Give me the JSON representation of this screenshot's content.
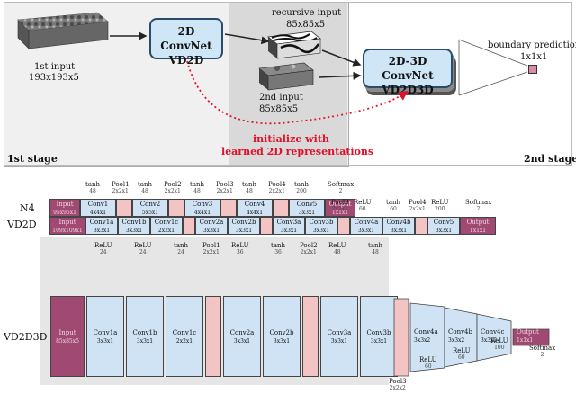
{
  "colors": {
    "conv": "#cfe3f5",
    "pool": "#f2c4c4",
    "io": "#a04a73",
    "stage_bg": "#f0f0f0",
    "stage2_bg": "#d8d8d8",
    "arrow_red": "#e0102a",
    "net_blue": "#cfe6f7"
  },
  "top": {
    "input1": {
      "title": "1st input",
      "size": "193x193x5"
    },
    "convnet2d": {
      "line1": "2D ConvNet",
      "line2": "VD2D"
    },
    "recursive": {
      "title": "recursive input",
      "size": "85x85x5"
    },
    "input2": {
      "title": "2nd input",
      "size": "85x85x5"
    },
    "convnet3d": {
      "line1": "2D-3D ConvNet",
      "line2": "VD2D3D"
    },
    "boundary": {
      "title": "boundary prediction",
      "size": "1x1x1"
    },
    "init": {
      "line1": "initialize with",
      "line2": "learned 2D representations"
    },
    "stage1": "1st stage",
    "stage2": "2nd stage"
  },
  "n4": {
    "name": "N4",
    "layers": [
      {
        "text": "Input",
        "sub": "95x95x1",
        "type": "io"
      },
      {
        "text": "Conv1",
        "sub": "4x4x1",
        "type": "conv"
      },
      {
        "text": "",
        "sub": "",
        "type": "pool"
      },
      {
        "text": "Conv2",
        "sub": "5x5x1",
        "type": "conv"
      },
      {
        "text": "",
        "sub": "",
        "type": "pool"
      },
      {
        "text": "Conv3",
        "sub": "4x4x1",
        "type": "conv"
      },
      {
        "text": "",
        "sub": "",
        "type": "pool"
      },
      {
        "text": "Conv4",
        "sub": "4x4x1",
        "type": "conv"
      },
      {
        "text": "",
        "sub": "",
        "type": "pool"
      },
      {
        "text": "Conv5",
        "sub": "3x3x1",
        "type": "conv"
      },
      {
        "text": "Output",
        "sub": "1x1x1",
        "type": "io"
      }
    ],
    "captions": [
      {
        "a": "tanh",
        "b": "48"
      },
      {
        "a": "Pool1",
        "b": "2x2x1"
      },
      {
        "a": "tanh",
        "b": "48"
      },
      {
        "a": "Pool2",
        "b": "2x2x1"
      },
      {
        "a": "tanh",
        "b": "48"
      },
      {
        "a": "Pool3",
        "b": "2x2x1"
      },
      {
        "a": "tanh",
        "b": "48"
      },
      {
        "a": "Pool4",
        "b": "2x2x1"
      },
      {
        "a": "tanh",
        "b": "200"
      },
      {
        "a": "Softmax",
        "b": "2"
      }
    ]
  },
  "vd2d": {
    "name": "VD2D",
    "layers": [
      {
        "text": "Input",
        "sub": "109x109x1",
        "type": "io"
      },
      {
        "text": "Conv1a",
        "sub": "3x3x1",
        "type": "conv"
      },
      {
        "text": "Conv1b",
        "sub": "3x3x1",
        "type": "conv"
      },
      {
        "text": "Conv1c",
        "sub": "2x2x1",
        "type": "conv"
      },
      {
        "text": "",
        "sub": "",
        "type": "pool"
      },
      {
        "text": "Conv2a",
        "sub": "3x3x1",
        "type": "conv"
      },
      {
        "text": "Conv2b",
        "sub": "3x3x1",
        "type": "conv"
      },
      {
        "text": "",
        "sub": "",
        "type": "pool"
      },
      {
        "text": "Conv3a",
        "sub": "3x3x1",
        "type": "conv"
      },
      {
        "text": "Conv3b",
        "sub": "3x3x1",
        "type": "conv"
      },
      {
        "text": "",
        "sub": "",
        "type": "pool"
      },
      {
        "text": "Conv4a",
        "sub": "3x3x1",
        "type": "conv"
      },
      {
        "text": "Conv4b",
        "sub": "3x3x1",
        "type": "conv"
      },
      {
        "text": "",
        "sub": "",
        "type": "pool"
      },
      {
        "text": "Conv5",
        "sub": "3x3x1",
        "type": "conv"
      },
      {
        "text": "Output",
        "sub": "1x1x1",
        "type": "io"
      }
    ],
    "top_captions": [
      {
        "a": "Pool3",
        "b": "2x2x1"
      },
      {
        "a": "ReLU",
        "b": "60"
      },
      {
        "a": "tanh",
        "b": "60"
      },
      {
        "a": "Pool4",
        "b": "2x2x1"
      },
      {
        "a": "ReLU",
        "b": "200"
      },
      {
        "a": "Softmax",
        "b": "2"
      }
    ]
  },
  "vd2d3d": {
    "name": "VD2D3D",
    "top_captions": [
      {
        "a": "ReLU",
        "b": "24"
      },
      {
        "a": "ReLU",
        "b": "24"
      },
      {
        "a": "tanh",
        "b": "24"
      },
      {
        "a": "Pool1",
        "b": "2x2x1"
      },
      {
        "a": "ReLU",
        "b": "36"
      },
      {
        "a": "tanh",
        "b": "36"
      },
      {
        "a": "Pool2",
        "b": "2x2x1"
      },
      {
        "a": "ReLU",
        "b": "48"
      },
      {
        "a": "tanh",
        "b": "48"
      }
    ],
    "layers": [
      {
        "text": "Input",
        "sub": "85x85x5",
        "type": "io"
      },
      {
        "text": "Conv1a",
        "sub": "3x3x1",
        "type": "conv"
      },
      {
        "text": "Conv1b",
        "sub": "3x3x1",
        "type": "conv"
      },
      {
        "text": "Conv1c",
        "sub": "2x2x1",
        "type": "conv"
      },
      {
        "text": "",
        "sub": "",
        "type": "pool"
      },
      {
        "text": "Conv2a",
        "sub": "3x3x1",
        "type": "conv"
      },
      {
        "text": "Conv2b",
        "sub": "3x3x1",
        "type": "conv"
      },
      {
        "text": "",
        "sub": "",
        "type": "pool"
      },
      {
        "text": "Conv3a",
        "sub": "3x3x1",
        "type": "conv"
      },
      {
        "text": "Conv3b",
        "sub": "3x3x1",
        "type": "conv"
      }
    ],
    "tail_layers": [
      {
        "text": "Conv4a",
        "sub": "3x3x2",
        "type": "conv"
      },
      {
        "text": "Conv4b",
        "sub": "3x3x2",
        "type": "conv"
      },
      {
        "text": "Conv4c",
        "sub": "3x3x2",
        "type": "conv"
      },
      {
        "text": "Output",
        "sub": "1x1x1",
        "type": "io"
      }
    ],
    "bottom_captions": [
      {
        "a": "Pool3",
        "b": "2x2x2"
      },
      {
        "a": "ReLU",
        "b": "60"
      },
      {
        "a": "ReLU",
        "b": "60"
      },
      {
        "a": "ReLU",
        "b": "100"
      },
      {
        "a": "Softmax",
        "b": "2"
      }
    ]
  }
}
